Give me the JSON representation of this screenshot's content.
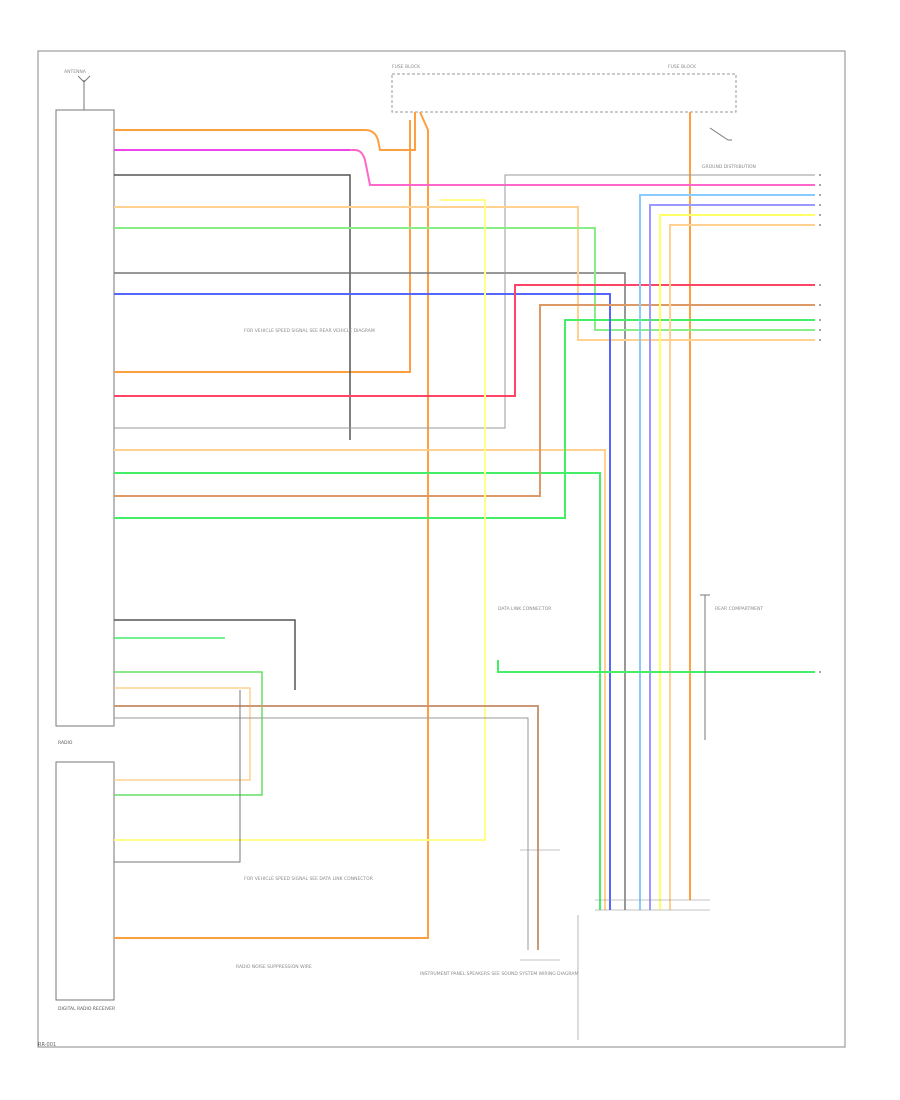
{
  "figure": {
    "page_label": "RR-001"
  },
  "modules": [
    {
      "id": "radio",
      "label": "RADIO"
    },
    {
      "id": "digital-radio-receiver",
      "label": "DIGITAL RADIO RECEIVER"
    },
    {
      "id": "fuse-block",
      "label": "FUSE BLOCK"
    },
    {
      "id": "fuse-block-right",
      "label": "FUSE BLOCK"
    }
  ],
  "notes": [
    "ANTENNA",
    "FOR VEHICLE SPEED SIGNAL SEE REAR VEHICLE DIAGRAM",
    "GROUND DISTRIBUTION",
    "FOR VEHICLE SPEED SIGNAL SEE DATA LINK CONNECTOR",
    "DATA LINK CONNECTOR",
    "REAR COMPARTMENT",
    "INSTRUMENT PANEL SPEAKERS SEE SOUND SYSTEM WIRING DIAGRAM",
    "RADIO NOISE SUPPRESSION WIRE"
  ],
  "wire_colors": {
    "orange": "#ffa040",
    "pink": "#ff66cc",
    "magenta": "#ee44ee",
    "dark_gray": "#555555",
    "tan": "#ffd090",
    "light_green": "#88ee88",
    "gray": "#888888",
    "blue": "#5566ff",
    "red": "#ff4466",
    "green": "#44ee66",
    "brown_orange": "#dd9966",
    "yellow": "#ffff66",
    "light_blue": "#88ccff",
    "violet": "#9999ff",
    "pale_green": "#bbeecc"
  }
}
